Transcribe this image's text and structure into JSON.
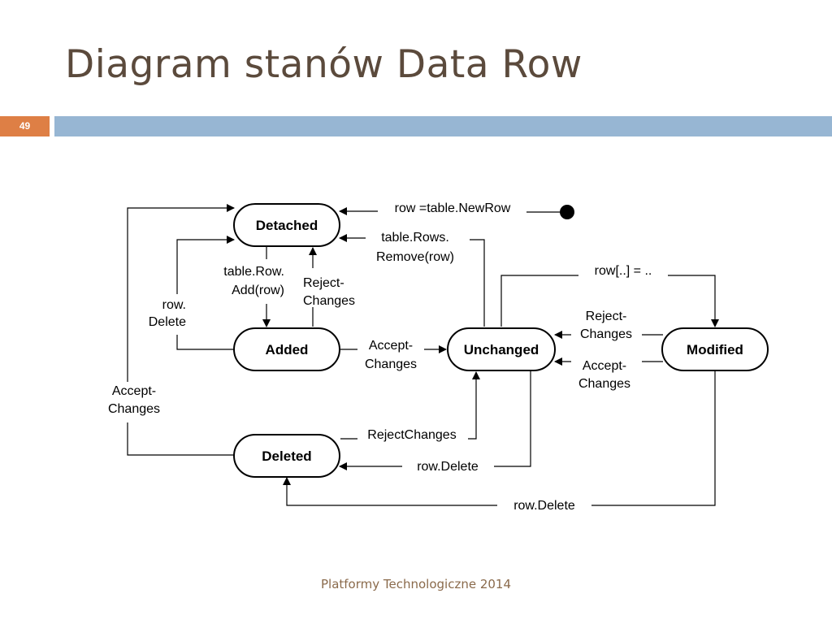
{
  "slide": {
    "title": "Diagram stanów Data Row",
    "number": "49",
    "footer": "Platformy Technologiczne 2014",
    "accent_color": "#de7f45",
    "bar_color": "#97b6d3"
  },
  "diagram": {
    "states": {
      "detached": "Detached",
      "added": "Added",
      "unchanged": "Unchanged",
      "modified": "Modified",
      "deleted": "Deleted"
    },
    "edges": {
      "new_row": "row =table.NewRow",
      "remove_1": "table.Rows.",
      "remove_2": "Remove(row)",
      "add_1": "table.Row.",
      "add_2": "Add(row)",
      "reject_added_1": "Reject-",
      "reject_added_2": "Changes",
      "row_delete_added_1": "row.",
      "row_delete_added_2": "Delete",
      "accept_added_1": "Accept-",
      "accept_added_2": "Changes",
      "row_assign": "row[..] = ..",
      "reject_modified_1": "Reject-",
      "reject_modified_2": "Changes",
      "accept_modified_1": "Accept-",
      "accept_modified_2": "Changes",
      "accept_deleted_1": "Accept-",
      "accept_deleted_2": "Changes",
      "reject_deleted": "RejectChanges",
      "delete_unchanged": "row.Delete",
      "delete_modified": "row.Delete"
    }
  }
}
